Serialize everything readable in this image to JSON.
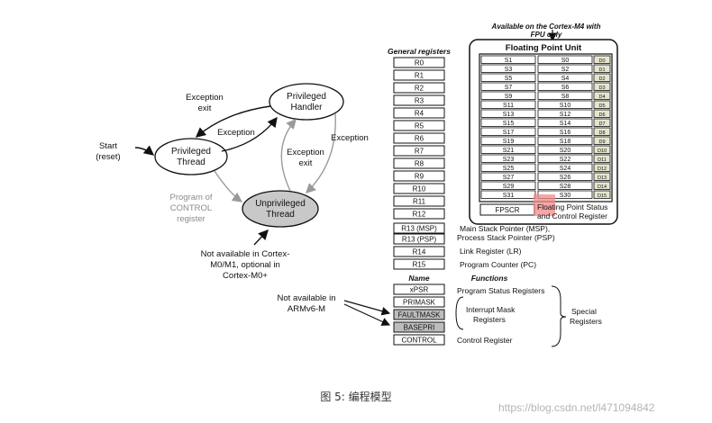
{
  "fpu_note": [
    "Available on the Cortex-M4 with",
    "FPU only"
  ],
  "fpu_title": "Floating Point Unit",
  "general_registers_title": "General registers",
  "registers": [
    "R0",
    "R1",
    "R2",
    "R3",
    "R4",
    "R5",
    "R6",
    "R7",
    "R8",
    "R9",
    "R10",
    "R11",
    "R12",
    "R13 (MSP)",
    "R13 (PSP)",
    "R14",
    "R15"
  ],
  "register_labels": {
    "msp": "Main Stack Pointer (MSP),",
    "psp": "Process Stack Pointer (PSP)",
    "lr": "Link Register (LR)",
    "pc": "Program Counter (PC)"
  },
  "special_header": {
    "name": "Name",
    "functions": "Functions"
  },
  "special_registers": [
    "xPSR",
    "PRIMASK",
    "FAULTMASK",
    "BASEPRI",
    "CONTROL"
  ],
  "special_labels": {
    "psr": "Program Status Registers",
    "interrupt_mask": [
      "Interrupt Mask",
      "Registers"
    ],
    "special": [
      "Special",
      "Registers"
    ],
    "control": "Control Register"
  },
  "fpu_rows": [
    {
      "odd": "S1",
      "even": "S0",
      "d": "D0"
    },
    {
      "odd": "S3",
      "even": "S2",
      "d": "D1"
    },
    {
      "odd": "S5",
      "even": "S4",
      "d": "D2"
    },
    {
      "odd": "S7",
      "even": "S6",
      "d": "D3"
    },
    {
      "odd": "S9",
      "even": "S8",
      "d": "D4"
    },
    {
      "odd": "S11",
      "even": "S10",
      "d": "D5"
    },
    {
      "odd": "S13",
      "even": "S12",
      "d": "D6"
    },
    {
      "odd": "S15",
      "even": "S14",
      "d": "D7"
    },
    {
      "odd": "S17",
      "even": "S16",
      "d": "D8"
    },
    {
      "odd": "S19",
      "even": "S18",
      "d": "D9"
    },
    {
      "odd": "S21",
      "even": "S20",
      "d": "D10"
    },
    {
      "odd": "S23",
      "even": "S22",
      "d": "D11"
    },
    {
      "odd": "S25",
      "even": "S24",
      "d": "D12"
    },
    {
      "odd": "S27",
      "even": "S26",
      "d": "D13"
    },
    {
      "odd": "S29",
      "even": "S28",
      "d": "D14"
    },
    {
      "odd": "S31",
      "even": "S30",
      "d": "D15"
    }
  ],
  "fpscr": "FPSCR",
  "fpscr_label": [
    "Floating Point Status",
    "and Control Register"
  ],
  "state_diagram": {
    "privileged_handler": [
      "Privileged",
      "Handler"
    ],
    "privileged_thread": [
      "Privileged",
      "Thread"
    ],
    "unprivileged_thread": [
      "Unprivileged",
      "Thread"
    ],
    "start": [
      "Start",
      "(reset)"
    ],
    "exception_exit_top": [
      "Exception",
      "exit"
    ],
    "exception_mid": "Exception",
    "exception_right": "Exception",
    "exception_exit_right": [
      "Exception",
      "exit"
    ],
    "program_control": [
      "Program of",
      "CONTROL",
      "register"
    ],
    "note_m0": [
      "Not available in Cortex-",
      "M0/M1, optional in",
      "Cortex-M0+"
    ],
    "note_armv6": [
      "Not available in",
      "ARMv6-M"
    ]
  },
  "colors": {
    "fpu_highlight": "#f08a8a",
    "unprivileged_fill": "#c8c8c8",
    "shaded_register": "#bdbdbd",
    "d_cell": "#e6e6cf",
    "gray_arrow": "#9a9a9a"
  },
  "caption": "图 5: 编程模型",
  "watermark": "https://blog.csdn.net/l471094842"
}
